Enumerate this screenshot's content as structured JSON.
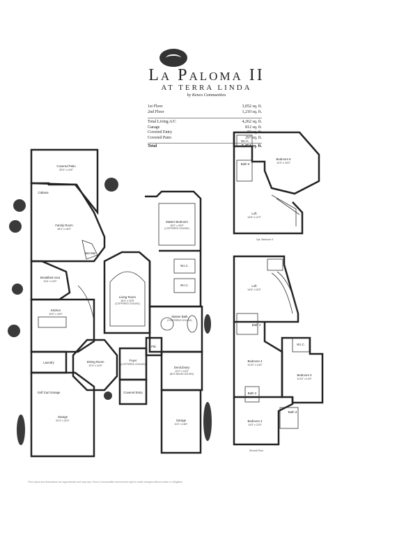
{
  "header": {
    "title": "La Paloma II",
    "subtitle": "AT TERRA LINDA",
    "byline": "by Kenco Communities"
  },
  "square_footage": [
    {
      "label": "1st Floor",
      "value": "3,052 sq. ft."
    },
    {
      "label": "2nd Floor",
      "value": "1,210 sq. ft."
    },
    {
      "label": "Total Living A/C",
      "value": "4,262 sq. ft."
    },
    {
      "label": "Garage",
      "value": "812 sq. ft."
    },
    {
      "label": "Covered Entry",
      "value": "83 sq. ft."
    },
    {
      "label": "Covered Patio",
      "value": "297 sq. ft."
    },
    {
      "label": "Total",
      "value": "5,454 sq. ft."
    }
  ],
  "first_floor_rooms": {
    "covered_patio": {
      "name": "Covered Patio",
      "dim": "25'0\" x 14'6\""
    },
    "cabana": {
      "name": "Cabana"
    },
    "family_room": {
      "name": "Family Room",
      "dim": "18'4\" x 16'0\""
    },
    "wet_bar": {
      "name": "Wet Bar"
    },
    "breakfast": {
      "name": "Breakfast Area",
      "dim": "11'6\" x 12'0\""
    },
    "kitchen": {
      "name": "Kitchen",
      "dim": "15'0\" x 16'0\""
    },
    "living_room": {
      "name": "Living Room",
      "dim": "18'4\" x 22'6\"",
      "note": "(COFFERED CEILING)"
    },
    "master_bedroom": {
      "name": "Master Bedroom",
      "dim": "15'0\" x 20'0\"",
      "note": "(COFFERED CEILING)"
    },
    "wic_1": {
      "name": "W.I.C."
    },
    "wic_2": {
      "name": "W.I.C."
    },
    "master_bath": {
      "name": "Master Bath",
      "note": "(COFFERED CEILING)"
    },
    "laundry": {
      "name": "Laundry"
    },
    "dining": {
      "name": "Dining Room",
      "dim": "12'0\" x 14'0\""
    },
    "foyer": {
      "name": "Foyer",
      "note": "(COFFERED CEILING)"
    },
    "pdr": {
      "name": "Pdr."
    },
    "den": {
      "name": "Den/Library",
      "dim": "12'2\" x 13'0\"",
      "note": "(BOX BEAM CEILING)"
    },
    "golf_cart": {
      "name": "Golf Cart Garage"
    },
    "garage_main": {
      "name": "Garage",
      "dim": "20'4\" x 20'2\""
    },
    "covered_entry": {
      "name": "Covered Entry"
    },
    "garage_small": {
      "name": "Garage",
      "dim": "11'4\" x 18'4\""
    }
  },
  "optional_plan": {
    "caption": "Opt. Bedroom 5",
    "wic": {
      "name": "W.I.C."
    },
    "bedroom5": {
      "name": "Bedroom 5",
      "dim": "13'0\" x 15'0\""
    },
    "bath5": {
      "name": "Bath 5"
    },
    "loft": {
      "name": "Loft",
      "dim": "14'6\" x 12'2\""
    }
  },
  "second_floor": {
    "caption": "Second Floor",
    "loft": {
      "name": "Loft",
      "dim": "14'6\" x 15'2\""
    },
    "bath4": {
      "name": "Bath 4"
    },
    "bedroom4": {
      "name": "Bedroom 4",
      "dim": "11'10\" x 14'0\""
    },
    "wic": {
      "name": "W.I.C."
    },
    "bedroom3": {
      "name": "Bedroom 3",
      "dim": "11'10\" x 14'4\""
    },
    "bath2": {
      "name": "Bath 2"
    },
    "bath3": {
      "name": "Bath 3"
    },
    "bedroom2": {
      "name": "Bedroom 2",
      "dim": "14'0\" x 12'0\""
    }
  },
  "footer_note": "Floor plans and dimensions are approximate and may vary. Kenco Communities reserves the right to make changes without notice or obligation."
}
